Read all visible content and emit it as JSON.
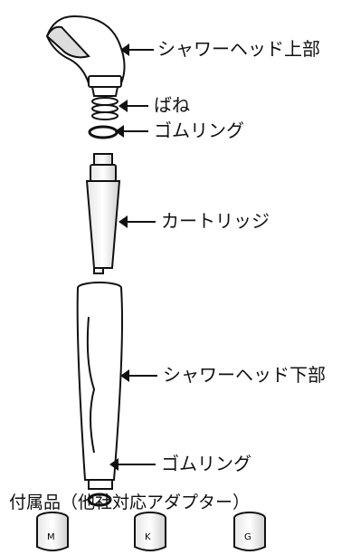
{
  "labels": {
    "head_top": "シャワーヘッド上部",
    "spring": "ばね",
    "oring_top": "ゴムリング",
    "cartridge": "カートリッジ",
    "head_bottom": "シャワーヘッド下部",
    "oring_bottom": "ゴムリング"
  },
  "accessories": {
    "caption": "付属品（他社対応アダプター）",
    "items": [
      {
        "letter": "M"
      },
      {
        "letter": "K"
      },
      {
        "letter": "G"
      }
    ]
  }
}
